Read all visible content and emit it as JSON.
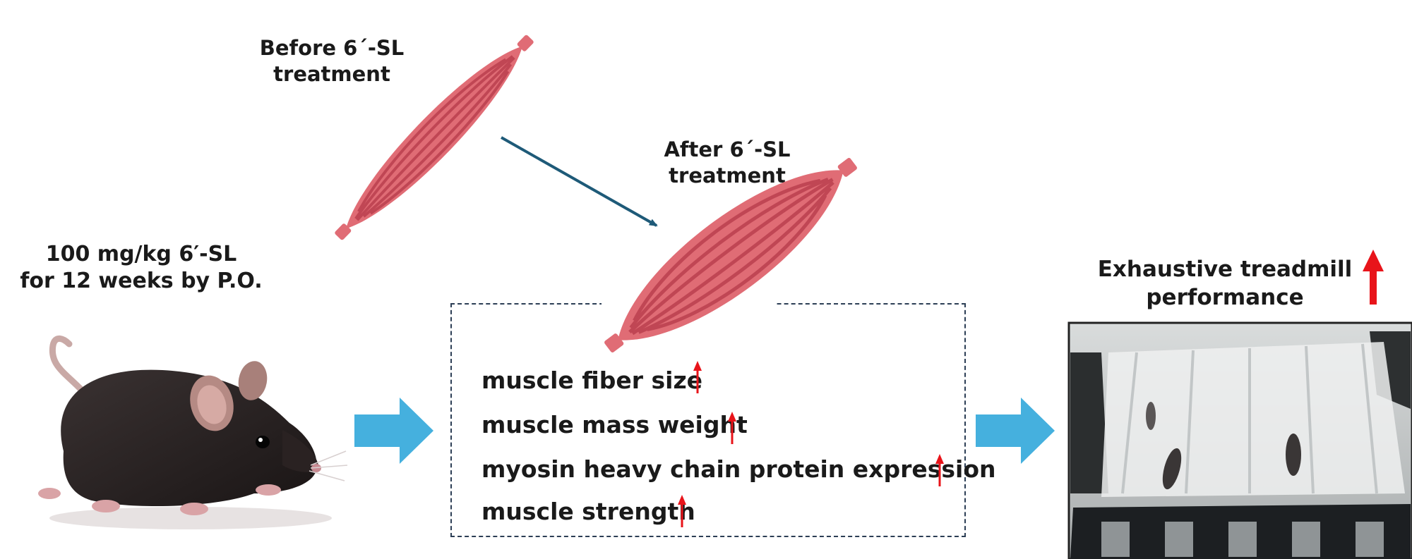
{
  "labels": {
    "before": "Before 6´-SL\ntreatment",
    "after": "After 6´-SL\ntreatment",
    "dose": "100 mg/kg 6′-SL\nfor 12 weeks by P.O.",
    "performance": "Exhaustive treadmill\nperformance"
  },
  "effects": [
    "muscle fiber size",
    "muscle mass weight",
    "myosin heavy chain protein expression",
    "muscle strength"
  ],
  "colors": {
    "muscle": "#e06c75",
    "muscle_stripe": "#c04654",
    "flow_arrow": "#45b0de",
    "pointer_arrow": "#1e5a78",
    "increase_arrow": "#e8141a",
    "box_border": "#2c3e55"
  },
  "icons": {
    "increase": "up-arrow-icon",
    "flow": "right-block-arrow-icon",
    "mouse": "mouse-illustration",
    "treadmill": "treadmill-photo"
  }
}
